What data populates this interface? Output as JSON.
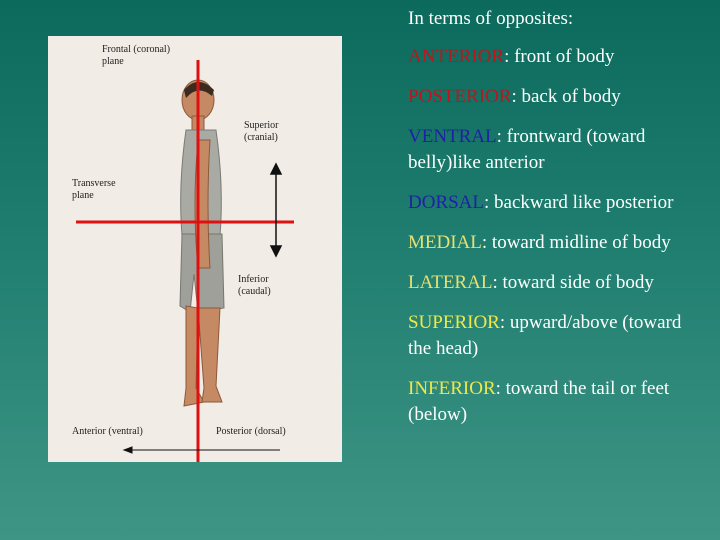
{
  "slide": {
    "title": "In terms of opposites:"
  },
  "figure": {
    "labels": {
      "frontal": "Frontal (coronal) plane",
      "superior": "Superior (cranial)",
      "transverse": "Transverse plane",
      "inferior": "Inferior (caudal)",
      "anterior": "Anterior (ventral)",
      "posterior": "Posterior (dorsal)"
    }
  },
  "terms": [
    {
      "keyword": "ANTERIOR",
      "definition": ": front of body",
      "keyword_color": "#c0141c"
    },
    {
      "keyword": "POSTERIOR",
      "definition": ": back of body",
      "keyword_color": "#c0141c"
    },
    {
      "keyword": "VENTRAL",
      "definition": ": frontward (toward belly)like anterior",
      "keyword_color": "#1f1fa8"
    },
    {
      "keyword": "DORSAL",
      "definition": ": backward like posterior",
      "keyword_color": "#1f1fa8"
    },
    {
      "keyword": "MEDIAL",
      "definition": ": toward midline of body",
      "keyword_color": "#e8e070"
    },
    {
      "keyword": "LATERAL",
      "definition": ": toward side of body",
      "keyword_color": "#e8e070"
    },
    {
      "keyword": "SUPERIOR",
      "definition": ": upward/above (toward the head)",
      "keyword_color": "#f0e84a"
    },
    {
      "keyword": "INFERIOR",
      "definition": ": toward the tail or feet (below)",
      "keyword_color": "#f0e84a"
    }
  ],
  "colors": {
    "plane_line": "#e01010",
    "arrow": "#111111"
  }
}
